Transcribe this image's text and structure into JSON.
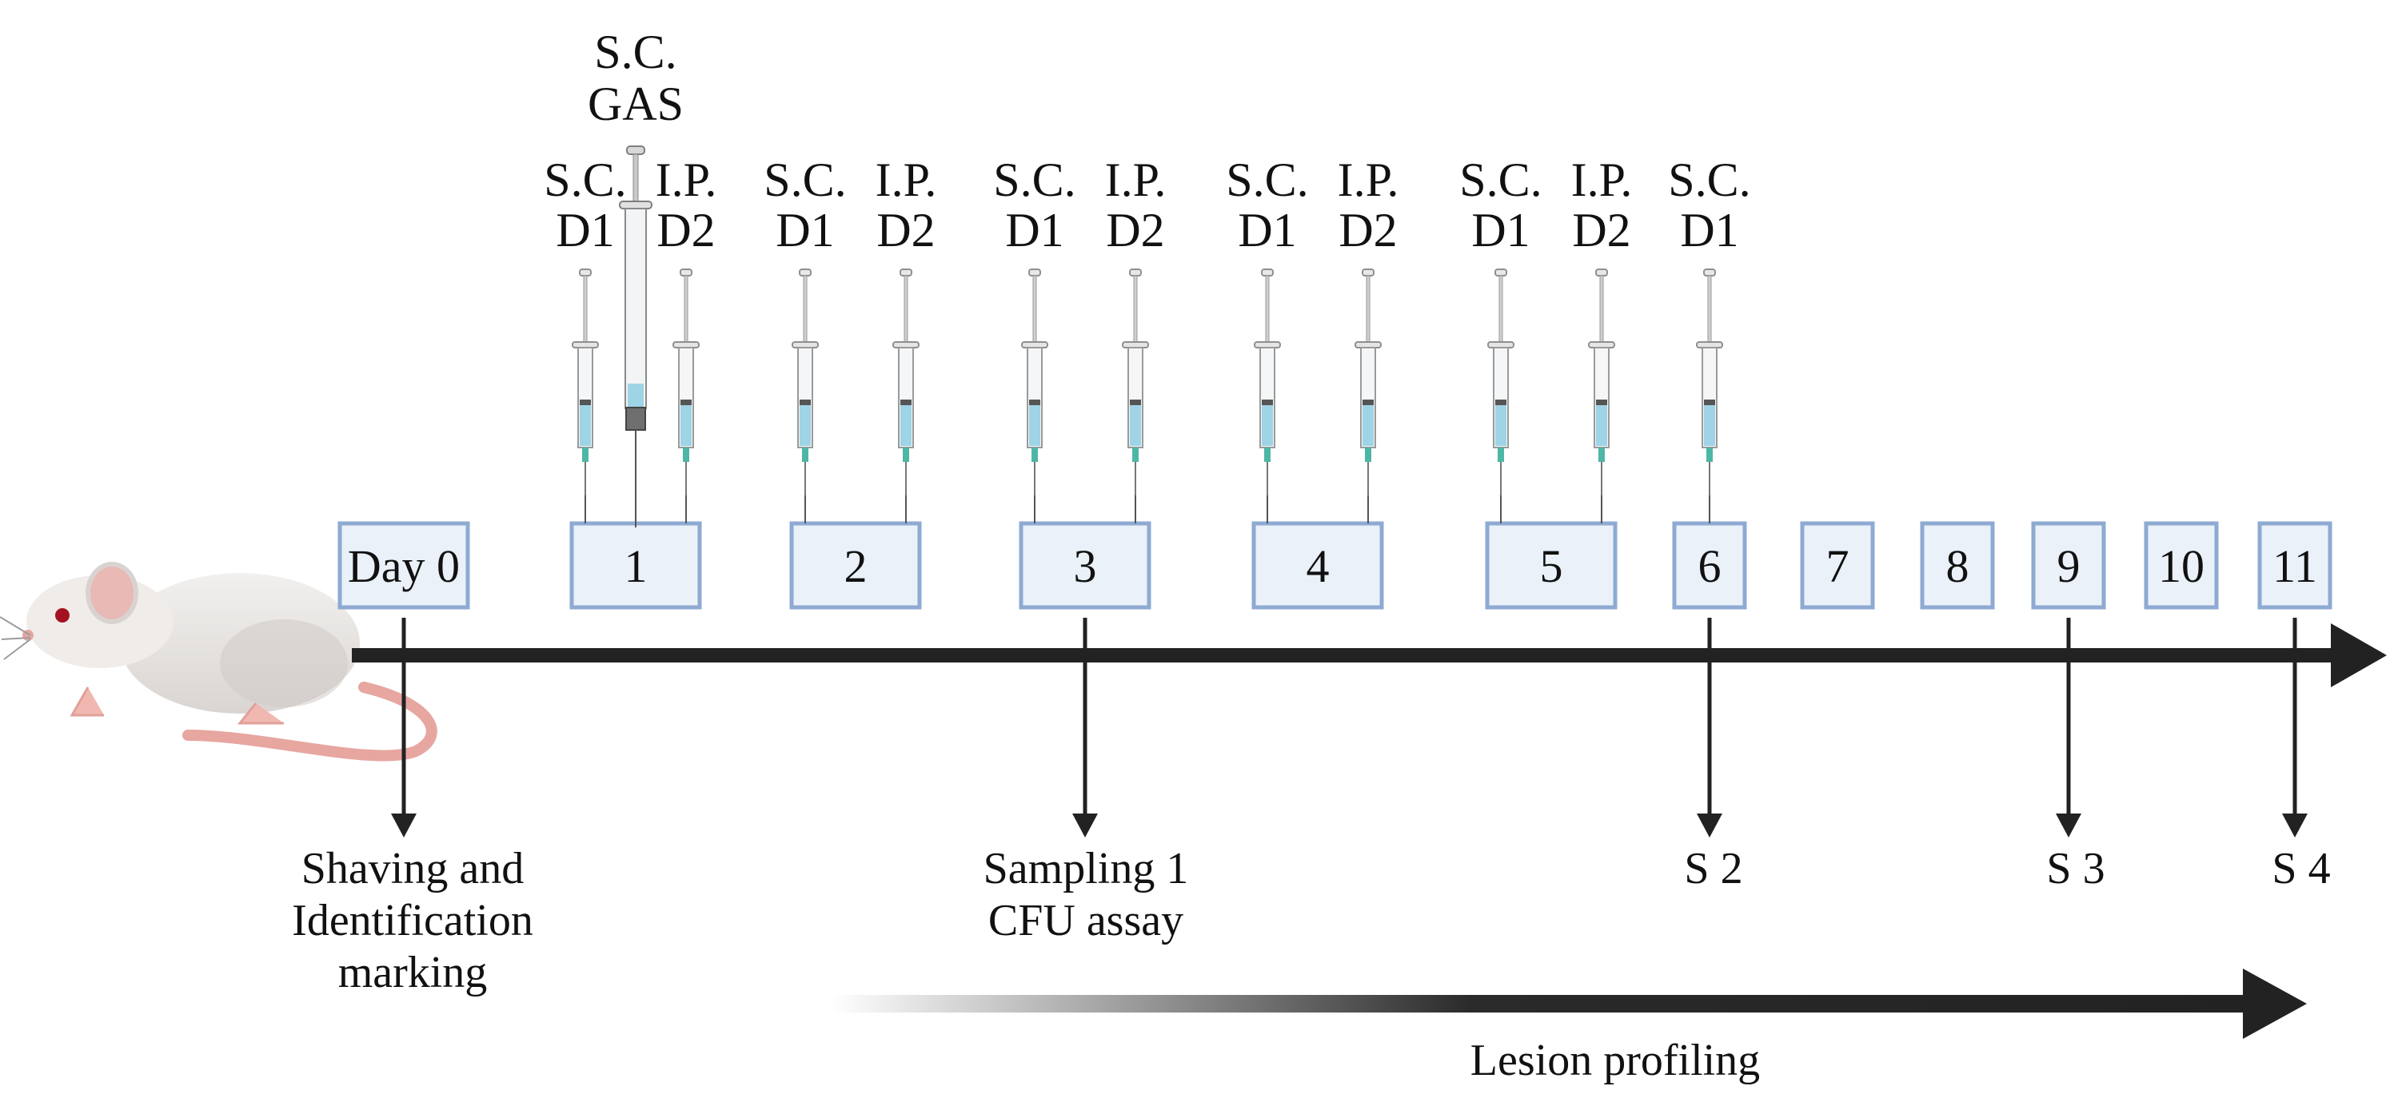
{
  "days": [
    {
      "label": "Day 0"
    },
    {
      "label": "1"
    },
    {
      "label": "2"
    },
    {
      "label": "3"
    },
    {
      "label": "4"
    },
    {
      "label": "5"
    },
    {
      "label": "6"
    },
    {
      "label": "7"
    },
    {
      "label": "8"
    },
    {
      "label": "9"
    },
    {
      "label": "10"
    },
    {
      "label": "11"
    }
  ],
  "injections": [
    {
      "day": "1",
      "route": "S.C.",
      "dose": "D1",
      "syringe": "syringe-icon"
    },
    {
      "day": "1",
      "route": "S.C.",
      "dose": "GAS",
      "syringe": "large-syringe-icon"
    },
    {
      "day": "1",
      "route": "I.P.",
      "dose": "D2",
      "syringe": "syringe-icon"
    },
    {
      "day": "2",
      "route": "S.C.",
      "dose": "D1",
      "syringe": "syringe-icon"
    },
    {
      "day": "2",
      "route": "I.P.",
      "dose": "D2",
      "syringe": "syringe-icon"
    },
    {
      "day": "3",
      "route": "S.C.",
      "dose": "D1",
      "syringe": "syringe-icon"
    },
    {
      "day": "3",
      "route": "I.P.",
      "dose": "D2",
      "syringe": "syringe-icon"
    },
    {
      "day": "4",
      "route": "S.C.",
      "dose": "D1",
      "syringe": "syringe-icon"
    },
    {
      "day": "4",
      "route": "I.P.",
      "dose": "D2",
      "syringe": "syringe-icon"
    },
    {
      "day": "5",
      "route": "S.C.",
      "dose": "D1",
      "syringe": "syringe-icon"
    },
    {
      "day": "5",
      "route": "I.P.",
      "dose": "D2",
      "syringe": "syringe-icon"
    },
    {
      "day": "6",
      "route": "S.C.",
      "dose": "D1",
      "syringe": "syringe-icon"
    }
  ],
  "events": [
    {
      "day": "Day 0",
      "lines": [
        "Shaving and",
        "Identification",
        "marking"
      ]
    },
    {
      "day": "3",
      "lines": [
        "Sampling 1",
        "CFU assay"
      ]
    },
    {
      "day": "6",
      "lines": [
        "S 2"
      ]
    },
    {
      "day": "9",
      "lines": [
        "S 3"
      ]
    },
    {
      "day": "11",
      "lines": [
        "S 4"
      ]
    }
  ],
  "lesion_profiling": {
    "label": "Lesion profiling"
  },
  "icons": {
    "subject": "mouse-icon",
    "timeline": "timeline-arrow-icon"
  },
  "colors": {
    "box_fill": "#eaf1f8",
    "box_stroke": "#8eaad2",
    "arrow": "#222222",
    "syringe_liquid": "#9fd3e6",
    "needle_hub": "#4db6a5"
  }
}
